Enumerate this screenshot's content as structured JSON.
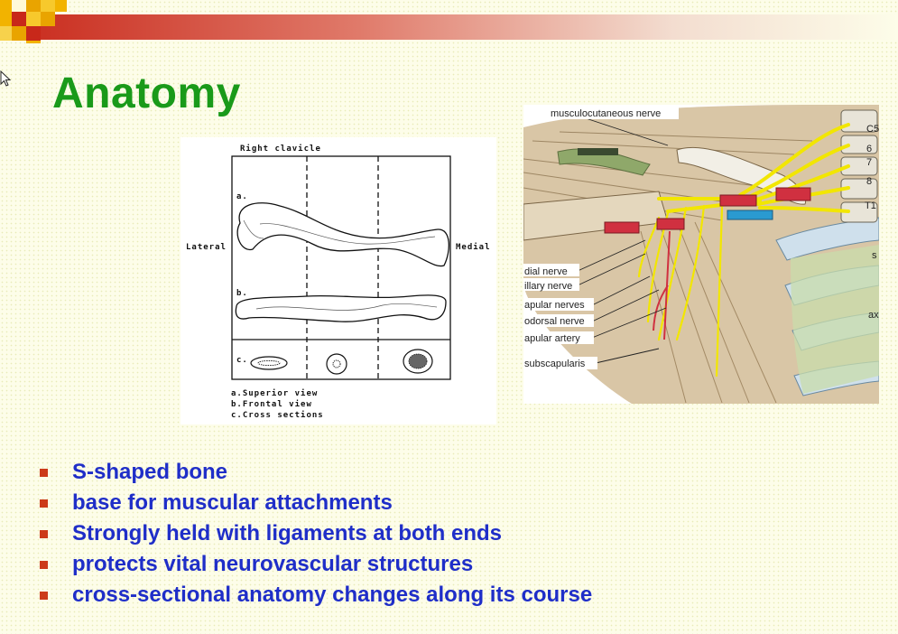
{
  "slide": {
    "title": "Anatomy",
    "bullets": [
      "S-shaped bone",
      "base for muscular attachments",
      "Strongly held with ligaments at both ends",
      "protects vital neurovascular structures",
      "cross-sectional anatomy changes along its course"
    ]
  },
  "clavicle_figure": {
    "heading": "Right clavicle",
    "lateral_label": "Lateral",
    "medial_label": "Medial",
    "view_a_marker": "a.",
    "view_b_marker": "b.",
    "view_c_marker": "c.",
    "legend": [
      "a.Superior view",
      "b.Frontal view",
      "c.Cross sections"
    ]
  },
  "plexus_figure": {
    "labels": {
      "musculocutaneous": "musculocutaneous nerve",
      "radial": "dial nerve",
      "axillary": "illary nerve",
      "subscapular_nerves": "apular nerves",
      "thoracodorsal": "odorsal nerve",
      "subscapular_artery": "apular artery",
      "subscapularis": "subscapularis",
      "c5": "C5",
      "c6": "6",
      "c7": "7",
      "c8": "8",
      "t1": "T1",
      "ax": "ax",
      "s": "s"
    }
  },
  "colors": {
    "title": "#1a9a1a",
    "bullet_text": "#1f2ec8",
    "bullet_marker": "#cc3a1a",
    "banner_start": "#c8281a",
    "banner_end": "#fdfde9",
    "nerve": "#f2e600",
    "artery": "#d03040",
    "vein": "#2a9ad0"
  }
}
